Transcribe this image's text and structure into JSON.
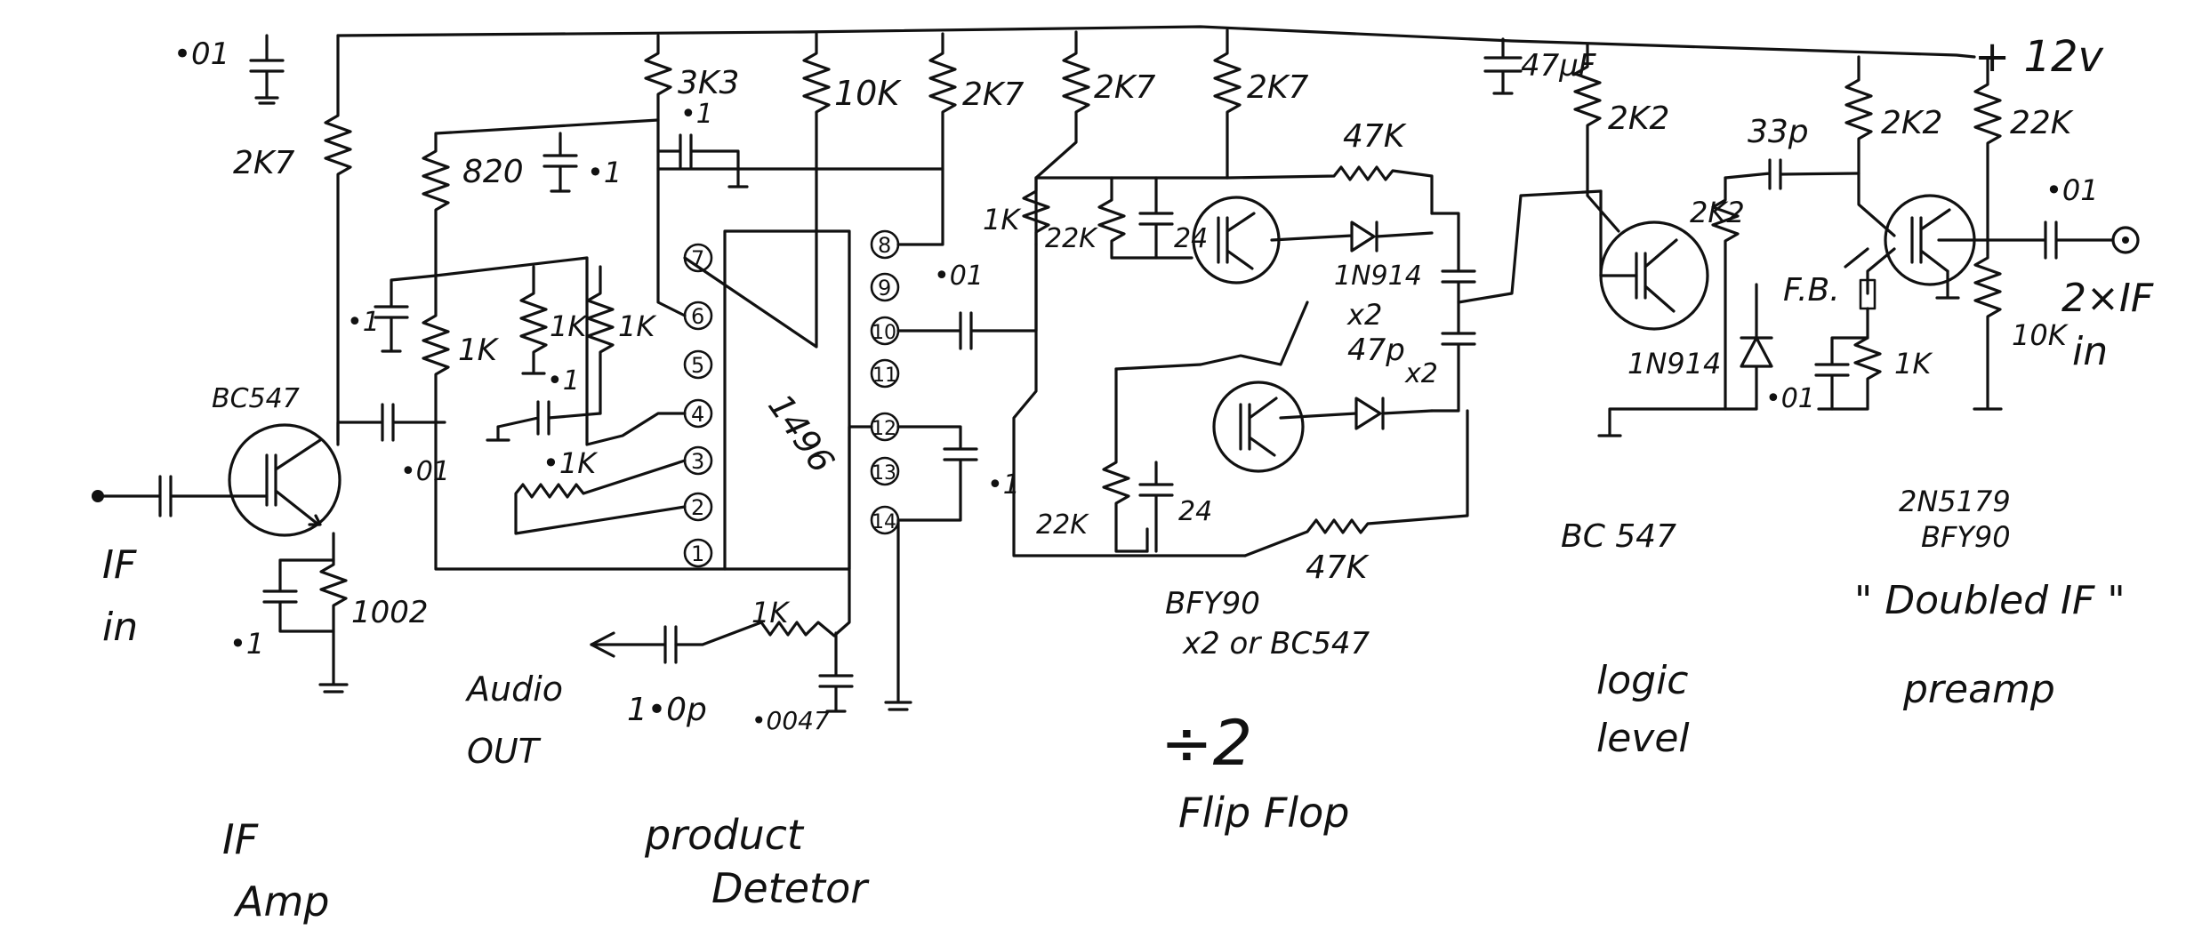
{
  "supply": {
    "voltage": "+ 12v"
  },
  "sections": [
    {
      "name": "IF Amp",
      "lines": [
        "IF",
        "Amp"
      ]
    },
    {
      "name": "product Detetor",
      "lines": [
        "product",
        "Detetor"
      ]
    },
    {
      "name": "÷2 Flip Flop",
      "lines": [
        "÷2",
        "Flip Flop"
      ]
    },
    {
      "name": "logic level",
      "lines": [
        "logic",
        "level"
      ]
    },
    {
      "name": "\"Doubled IF\" preamp",
      "lines": [
        "\" Doubled IF \"",
        "preamp"
      ]
    }
  ],
  "io": {
    "if_in": [
      "IF",
      "in"
    ],
    "audio_out": [
      "Audio",
      "OUT"
    ],
    "if2_in": [
      "2×IF",
      "in"
    ],
    "feedback": "F.B."
  },
  "ic": {
    "part": "1496",
    "pins": [
      "1",
      "2",
      "3",
      "4",
      "5",
      "6",
      "7",
      "8",
      "9",
      "10",
      "11",
      "12",
      "13",
      "14"
    ]
  },
  "transistors": {
    "if_amp": "BC547",
    "flip_flop": [
      "BFY90",
      "x2 or BC547"
    ],
    "logic": "BC 547",
    "preamp": [
      "2N5179",
      "BFY90"
    ]
  },
  "resistors": {
    "r_2k7_if": "2K7",
    "r_100": "1002",
    "r_820": "820",
    "r_3k3": "3K3",
    "r_10k": "10K",
    "r_2k7_a": "2K7",
    "r_1k_a": "1K",
    "r_1k_b": "1K",
    "r_1k_c": "1K",
    "r_01k": "•1K",
    "r_1k_out": "1K",
    "r_1k_ff": "1K",
    "r_2k7_b": "2K7",
    "r_2k7_c": "2K7",
    "r_22k_a": "22K",
    "r_22k_b": "22K",
    "r_47k_a": "47K",
    "r_47k_b": "47K",
    "r_2k2_a": "2K2",
    "r_2k2_b": "2K2",
    "r_2k2_c": "2K2",
    "r_22k_pre": "22K",
    "r_10k_pre": "10K",
    "r_1k_pre": "1K"
  },
  "capacitors": {
    "c_01_top": "•01",
    "c_1_emitter": "•1",
    "c_01_coupling": "•01",
    "c_1_820": "•1",
    "c_1_pin6": "•1",
    "c_1_bias": "•1",
    "c_1_pin4": "•1",
    "c_1_0p": "1•0p",
    "c_0047": "•0047",
    "c_01_pin10": "•01",
    "c_1_pin13": "•1",
    "c_24_a": "24",
    "c_24_b": "24",
    "c_47p": "47p",
    "c_47u": "47μF",
    "c_33p": "33p",
    "c_01_pre": "•01",
    "c_01_fb": "•01"
  },
  "diodes": {
    "ff_diodes": [
      "1N914",
      "x2"
    ],
    "ff_x2": "x2",
    "logic_diode": "1N914"
  }
}
